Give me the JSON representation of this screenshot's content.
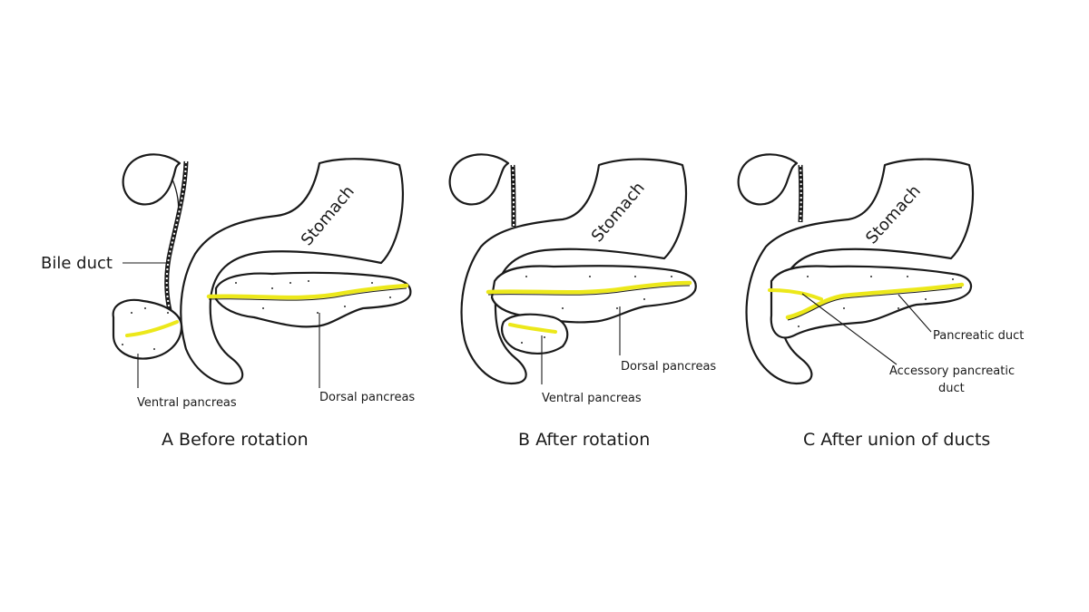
{
  "colors": {
    "line": "#1a1a1a",
    "duct": "#ece81a",
    "background": "#ffffff"
  },
  "panels": [
    {
      "caption": "A Before rotation",
      "stomach_label": "Stomach",
      "labels": {
        "bile_duct": "Bile duct",
        "ventral_pancreas": "Ventral pancreas",
        "dorsal_pancreas": "Dorsal pancreas"
      }
    },
    {
      "caption": "B After rotation",
      "stomach_label": "Stomach",
      "labels": {
        "dorsal_pancreas": "Dorsal pancreas",
        "ventral_pancreas": "Ventral pancreas"
      }
    },
    {
      "caption": "C After union of ducts",
      "stomach_label": "Stomach",
      "labels": {
        "pancreatic_duct": "Pancreatic duct",
        "accessory_duct_line1": "Accessory pancreatic",
        "accessory_duct_line2": "duct"
      }
    }
  ]
}
